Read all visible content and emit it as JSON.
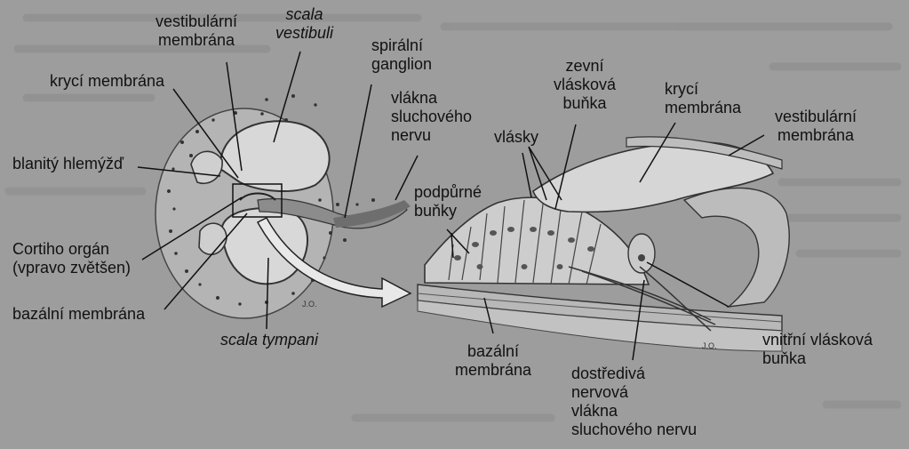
{
  "colors": {
    "background": "#9d9d9d",
    "ink": "#111111",
    "tissue": "#c9c9c9",
    "bone": "#b5b5b5"
  },
  "labels": {
    "vestibular_membrane_left": [
      "vestibulární",
      "membrána"
    ],
    "scala_vestibuli": [
      "scala",
      "vestibuli"
    ],
    "spiral_ganglion": [
      "spirální",
      "ganglion"
    ],
    "tectorial_membrane_left": "krycí membrána",
    "cochlear_nerve_fibers": [
      "vlákna",
      "sluchového",
      "nervu"
    ],
    "membranous_cochlea": "blanitý hlemýžď",
    "organ_of_corti": [
      "Cortiho orgán",
      "(vpravo zvětšen)"
    ],
    "basilar_membrane_left": "bazální membrána",
    "scala_tympani": "scala tympani",
    "outer_hair_cell": [
      "zevní",
      "vlásková",
      "buňka"
    ],
    "tectorial_membrane_right": [
      "krycí",
      "membrána"
    ],
    "vestibular_membrane_right": [
      "vestibulární",
      "membrána"
    ],
    "hairs": "vlásky",
    "supporting_cells": [
      "podpůrné",
      "buňky"
    ],
    "inner_hair_cell": [
      "vnitřní vlásková",
      "buňka"
    ],
    "basilar_membrane_right": [
      "bazální",
      "membrána"
    ],
    "afferent_nerve_fibers": [
      "dostředivá",
      "nervová",
      "vlákna",
      "sluchového nervu"
    ]
  }
}
